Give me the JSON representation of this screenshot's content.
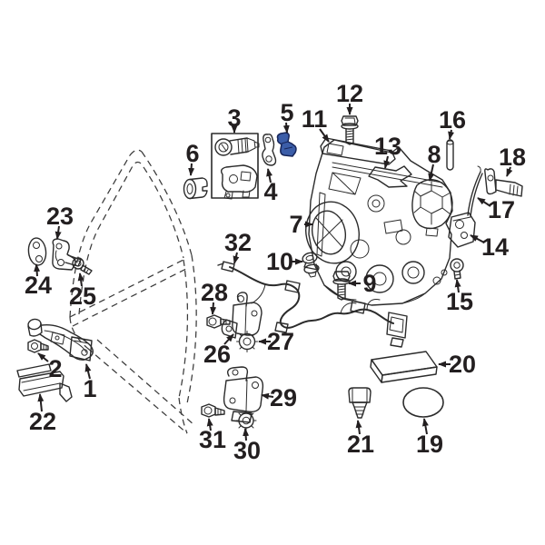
{
  "diagram": {
    "kind": "exploded-parts-diagram",
    "subject": "Front door lock and hardware components",
    "background_color": "#ffffff",
    "line_color": "#2b2b2b",
    "label_color": "#231f20",
    "highlight_color": "#3b5da8",
    "highlighted_part_label": "5",
    "labels": [
      "1",
      "2",
      "3",
      "4",
      "5",
      "6",
      "7",
      "8",
      "9",
      "10",
      "11",
      "12",
      "13",
      "14",
      "15",
      "16",
      "17",
      "18",
      "19",
      "20",
      "21",
      "22",
      "23",
      "24",
      "25",
      "26",
      "27",
      "28",
      "29",
      "30",
      "31",
      "32"
    ]
  }
}
